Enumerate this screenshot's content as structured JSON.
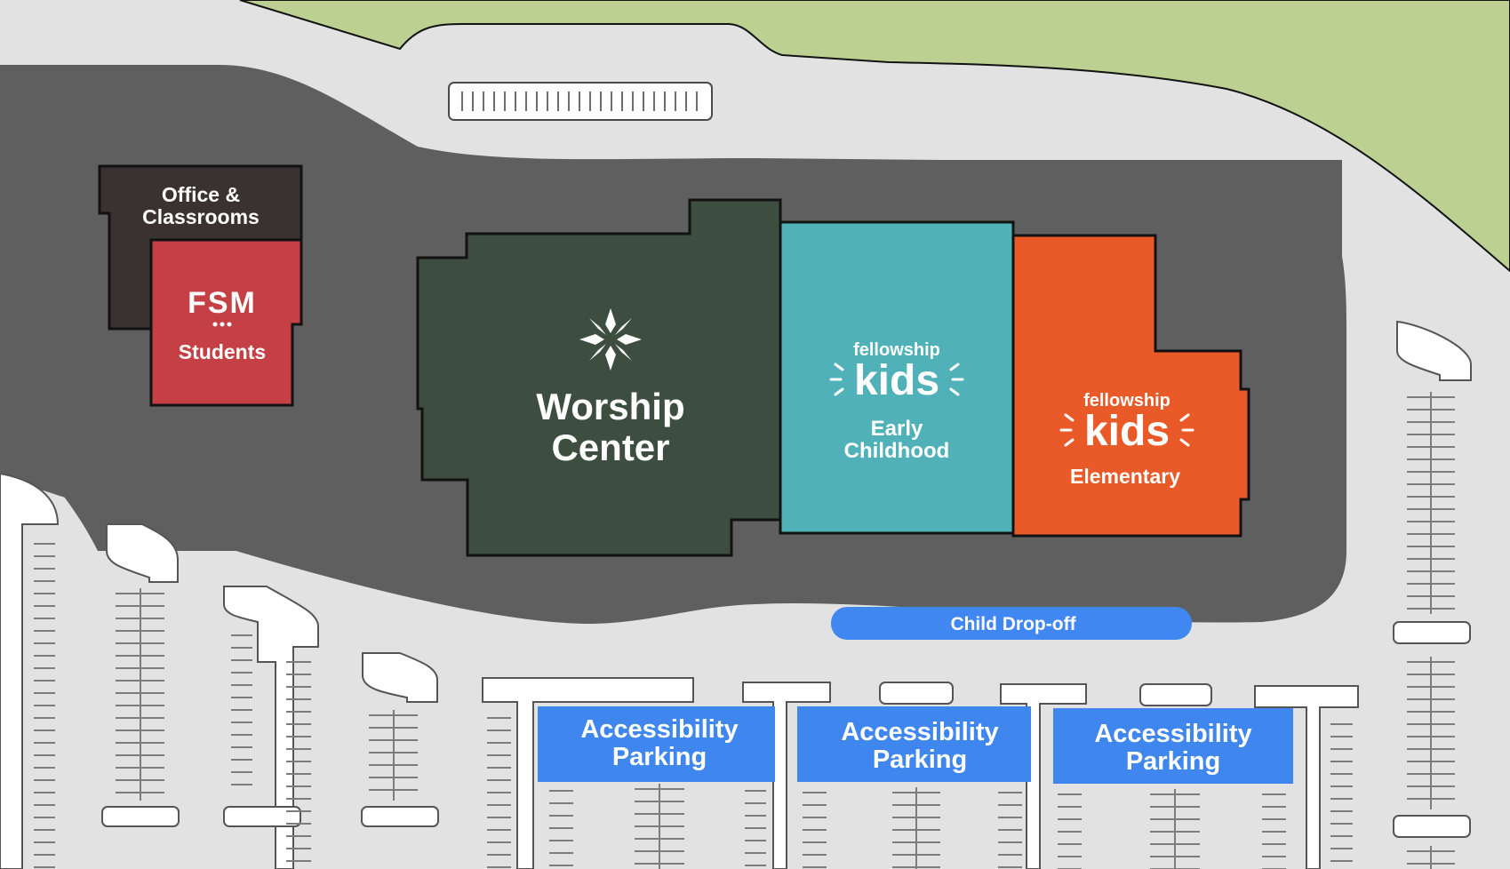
{
  "map": {
    "colors": {
      "grass": "#bcd091",
      "road": "#5f5f5f",
      "lot": "#e2e2e2",
      "island": "#ffffff",
      "outline": "#121212",
      "worship_center": "#3d4d3f",
      "office": "#3a3230",
      "students": "#c44044",
      "early_childhood": "#50b2b8",
      "elementary": "#e95a28",
      "accessibility": "#3f86ee",
      "dropoff": "#4187f1"
    },
    "buildings": {
      "office": {
        "line1": "Office &",
        "line2": "Classrooms"
      },
      "students": {
        "brand": "FSM",
        "label": "Students",
        "icon": "three-dots-icon"
      },
      "worship": {
        "line1": "Worship",
        "line2": "Center",
        "icon": "star-logo-icon"
      },
      "early_childhood": {
        "brand_top": "fellowship",
        "brand_main": "kids",
        "line1": "Early",
        "line2": "Childhood"
      },
      "elementary": {
        "brand_top": "fellowship",
        "brand_main": "kids",
        "line1": "Elementary"
      }
    },
    "dropoff": {
      "label": "Child Drop-off"
    },
    "accessibility": [
      {
        "line1": "Accessibility",
        "line2": "Parking"
      },
      {
        "line1": "Accessibility",
        "line2": "Parking"
      },
      {
        "line1": "Accessibility",
        "line2": "Parking"
      }
    ]
  }
}
